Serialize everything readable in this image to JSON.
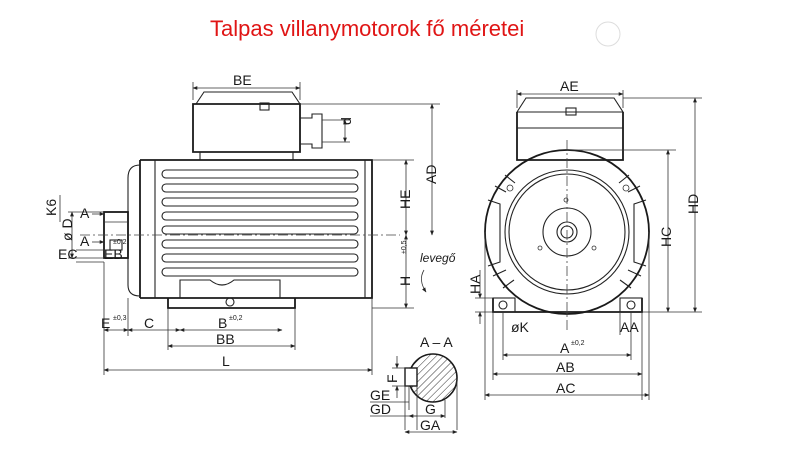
{
  "title": "Talpas villanymotorok fő méretei",
  "labels": {
    "BE": "BE",
    "AE": "AE",
    "d": "d",
    "AD": "AD",
    "HE": "HE",
    "HD": "HD",
    "HC": "HC",
    "K6": "K6",
    "A_sec": "A",
    "A_sec2": "A",
    "D": "ø D",
    "EC": "EC",
    "EB": "EB",
    "EB_tol": "±0,2",
    "H": "H",
    "H_tol": "±0,5",
    "levego": "levegő",
    "HA": "HA",
    "E": "E",
    "E_tol": "±0,3",
    "C": "C",
    "B": "B",
    "B_tol": "±0,2",
    "BB": "BB",
    "L": "L",
    "K": "øK",
    "AA": "AA",
    "A": "A",
    "A_tol": "±0,2",
    "AB": "AB",
    "AC": "AC",
    "AA_section": "A – A",
    "F": "F",
    "GE": "GE",
    "GD": "GD",
    "G": "G",
    "GA": "GA"
  }
}
